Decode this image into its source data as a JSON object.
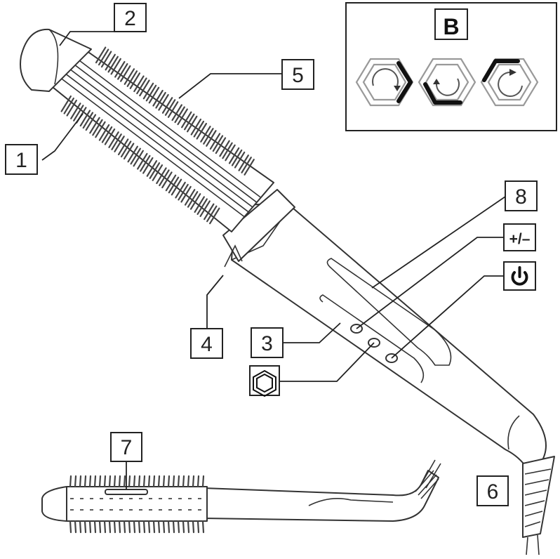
{
  "callouts": {
    "c1": "1",
    "c2": "2",
    "c3": "3",
    "c4": "4",
    "c5": "5",
    "c6": "6",
    "c7": "7",
    "c8": "8"
  },
  "symbols": {
    "plus_minus": "+/–",
    "power": "power-icon",
    "rotation": "hexagon-rotation-icon"
  },
  "inset": {
    "title": "B"
  }
}
